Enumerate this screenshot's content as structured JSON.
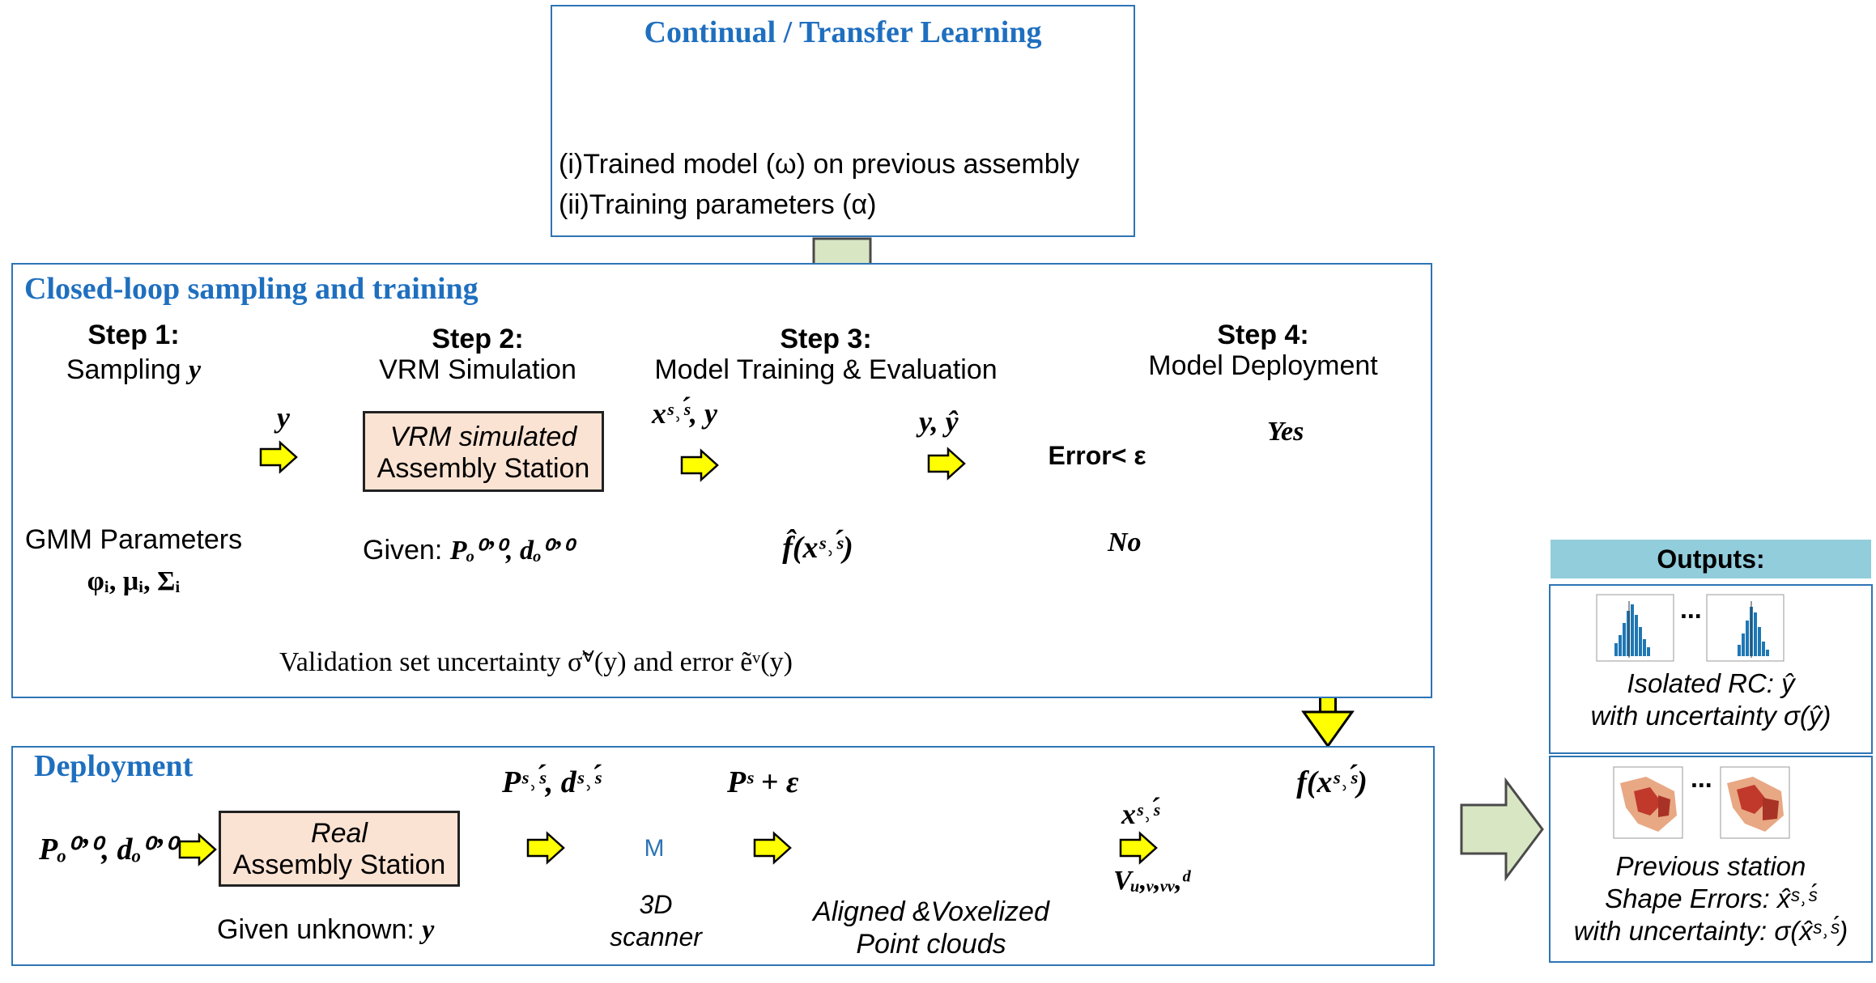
{
  "top_panel": {
    "title": "Continual / Transfer Learning",
    "line1": "(i)Trained model (ω) on previous assembly",
    "line2": "(ii)Training parameters (α)"
  },
  "closed_loop": {
    "title": "Closed-loop sampling and training",
    "step1": {
      "heading": "Step 1:",
      "sub": "Sampling ",
      "sub_var": "y",
      "gmm_label": "GMM Parameters",
      "gmm_params": "φᵢ, μᵢ, Σᵢ"
    },
    "step1_arrow_label": "y",
    "step2": {
      "heading": "Step 2:",
      "sub": "VRM Simulation",
      "box_line1": "VRM simulated",
      "box_line2": "Assembly Station",
      "given_prefix": "Given: ",
      "given_math": "Pₒ⁰’⁰, dₒ⁰’⁰"
    },
    "step2_arrow_label": "xˢ˒ˢ́, y",
    "step3": {
      "heading": "Step 3:",
      "sub": "Model Training & Evaluation",
      "func": "f̂(xˢ˒ˢ́)"
    },
    "step3_arrow_label": "y, ŷ",
    "step4": {
      "heading": "Step 4:",
      "sub": "Model Deployment"
    },
    "decision": "Error< ε",
    "yes": "Yes",
    "no": "No",
    "feedback_text": "Validation set uncertainty σ̃ⱽ(y) and error ẽᵛ(y)"
  },
  "deployment": {
    "title": "Deployment",
    "input_math": "Pₒ⁰’⁰, dₒ⁰’⁰",
    "box_line1": "Real",
    "box_line2": "Assembly Station",
    "given_unknown": "Given unknown: ",
    "given_var": "y",
    "arrow1_label": "Pˢ˒ˢ́, dˢ˒ˢ́",
    "scanner_symbol": "M",
    "scanner_line1": "3D",
    "scanner_line2": "scanner",
    "arrow2_label": "Pˢ + ε",
    "voxel_line1": "Aligned &Voxelized",
    "voxel_line2": "Point clouds",
    "arrow3_top": "xˢ˒ˢ́",
    "arrow3_bottom": "Vᵤ,ᵥ,ᵥᵥ,ᵈ",
    "func": "f(xˢ˒ˢ́)"
  },
  "outputs": {
    "header": "Outputs:",
    "ellipsis1": "...",
    "rc_line1": "Isolated RC: ŷ",
    "rc_line2": "with uncertainty σ(ŷ)",
    "ellipsis2": "...",
    "shape_line1": "Previous station",
    "shape_line2": "Shape Errors: x̂ˢ˒ˢ́",
    "shape_line3": "with uncertainty: σ(x̂ˢ˒ˢ́)"
  },
  "colors": {
    "panel_border": "#2e74b5",
    "title_blue": "#1f6fbf",
    "arrow_yellow": "#ffff00",
    "decision_fill": "#f8c397",
    "box_fill": "#fbe3d3",
    "outputs_header": "#92cddc",
    "big_arrow": "#d9e6c4",
    "node_blue": "#2e74b5",
    "node_green": "#1fa64a",
    "node_red": "#e0201f"
  }
}
